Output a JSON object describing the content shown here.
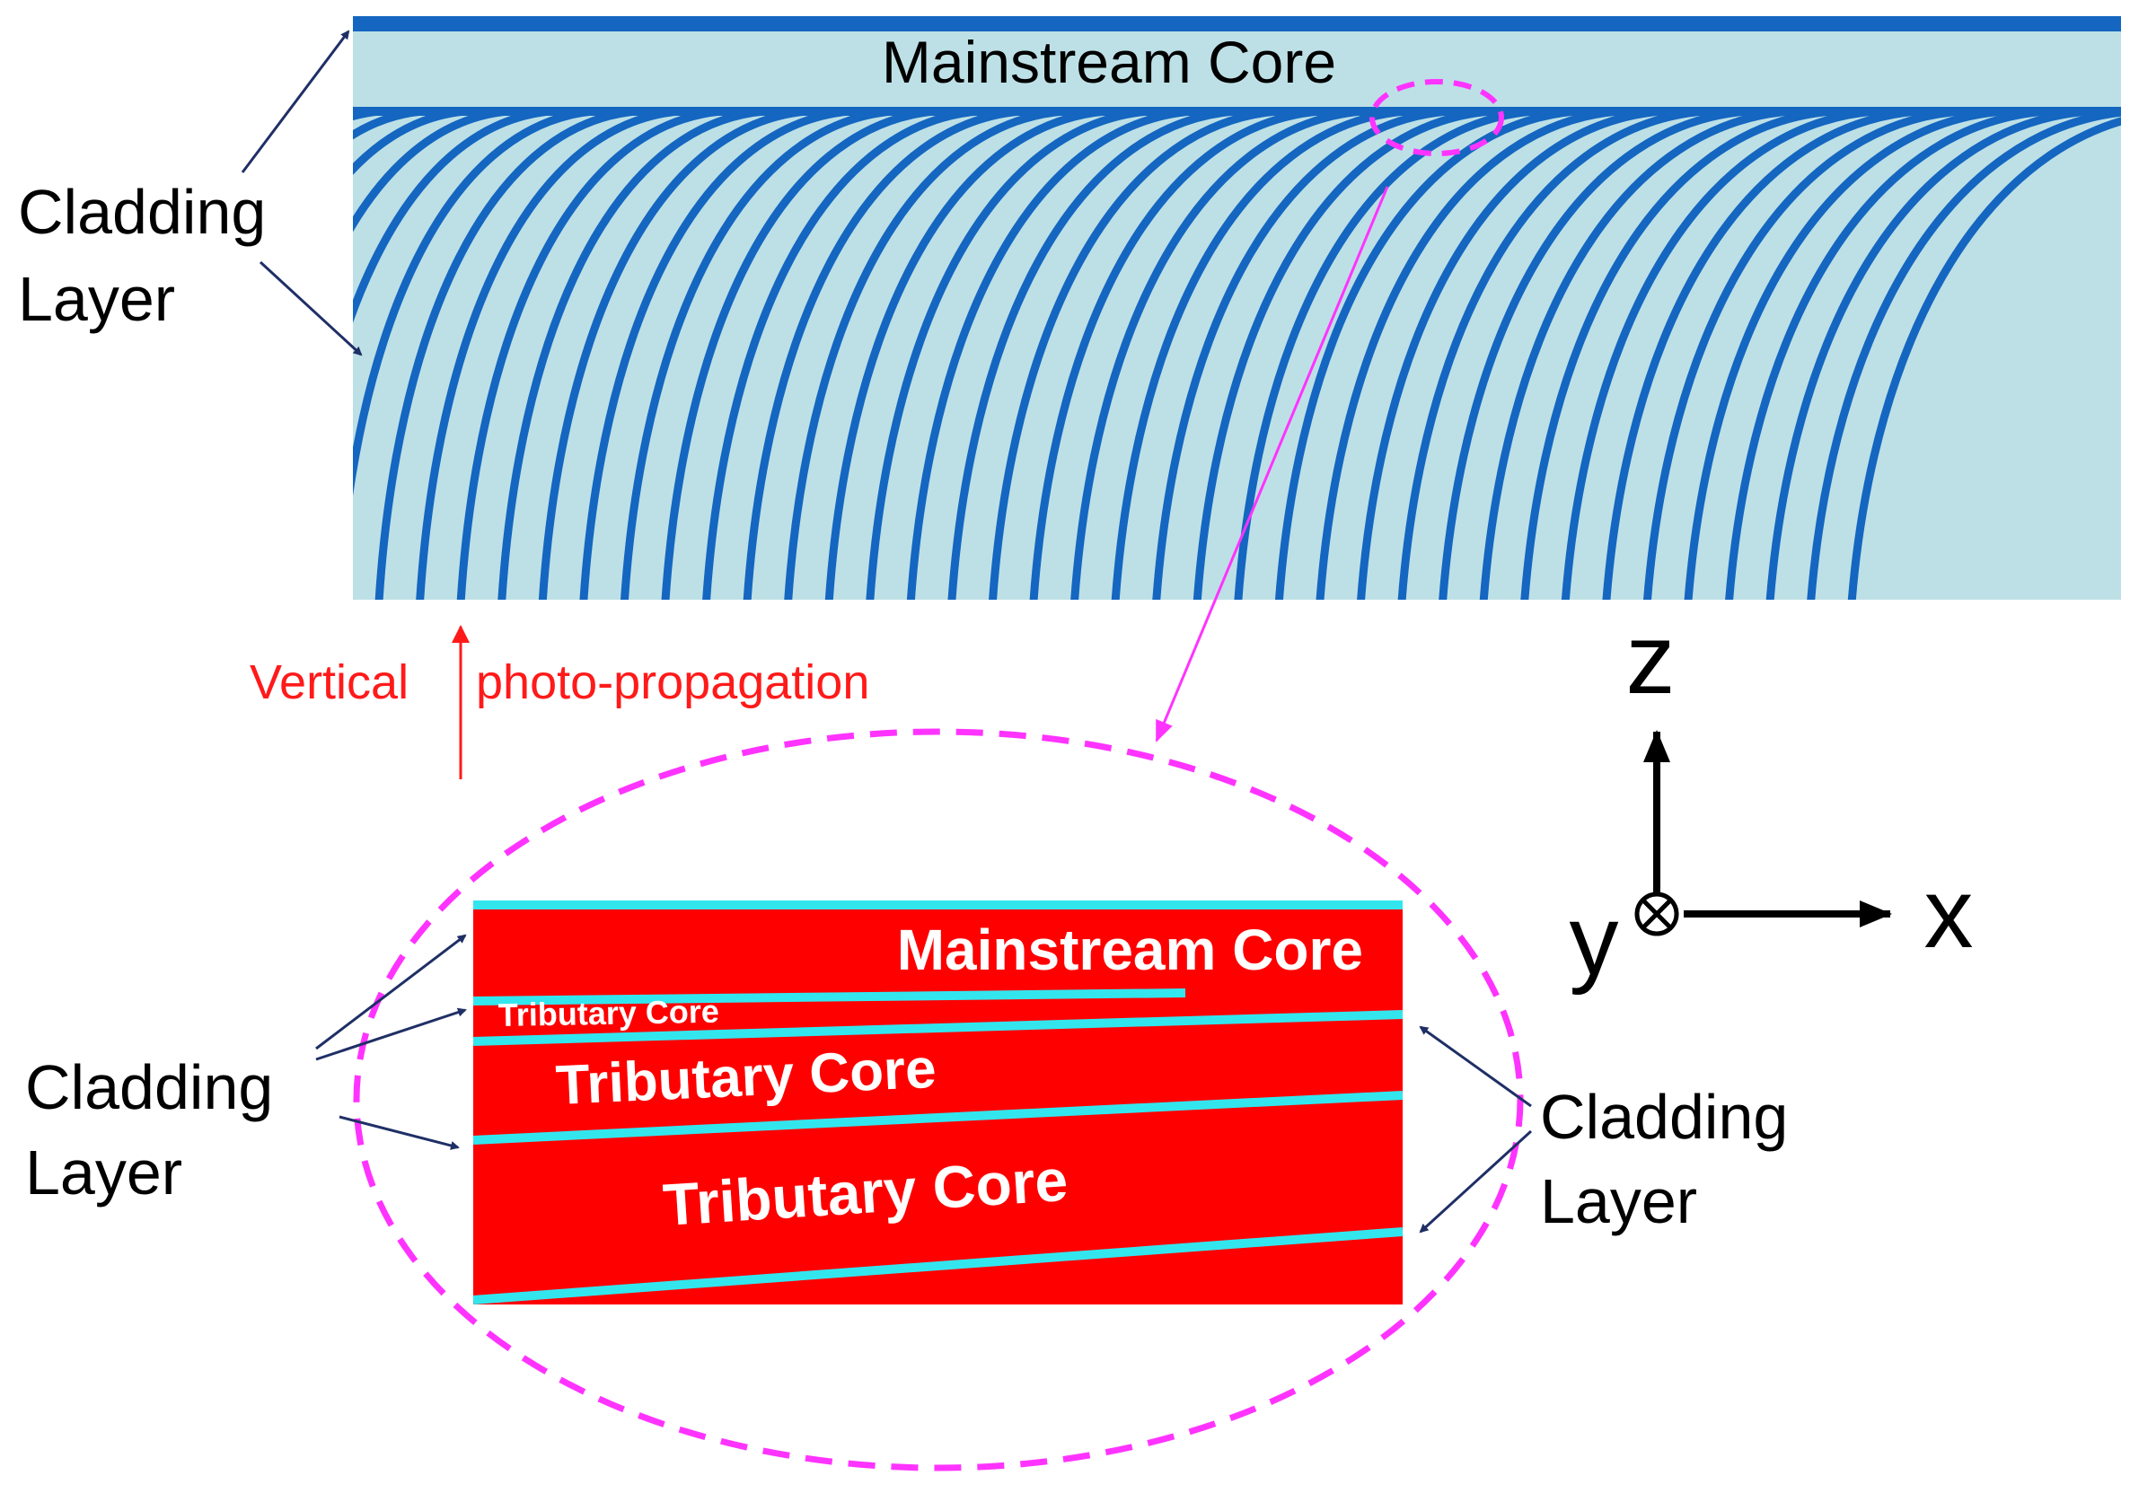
{
  "top_panel": {
    "core_label": "Mainstream Core",
    "fill_color": "#bde0e6",
    "line_color": "#1466c0"
  },
  "left_top_label": {
    "line1": "Cladding",
    "line2": "Layer"
  },
  "propagation_label": {
    "left": "Vertical",
    "right": "photo-propagation",
    "color": "#ff1a1a"
  },
  "axes": {
    "z": "z",
    "x": "x",
    "y": "y"
  },
  "zoom": {
    "ellipse_color": "#ff33ff",
    "core_color": "#ff0000",
    "cladding_color": "#33e6ee",
    "labels": {
      "mainstream": "Mainstream Core",
      "tributary_small": "Tributary Core",
      "tributary_mid": "Tributary Core",
      "tributary_big": "Tributary Core"
    }
  },
  "left_bottom_label": {
    "line1": "Cladding",
    "line2": "Layer"
  },
  "right_bottom_label": {
    "line1": "Cladding",
    "line2": "Layer"
  }
}
